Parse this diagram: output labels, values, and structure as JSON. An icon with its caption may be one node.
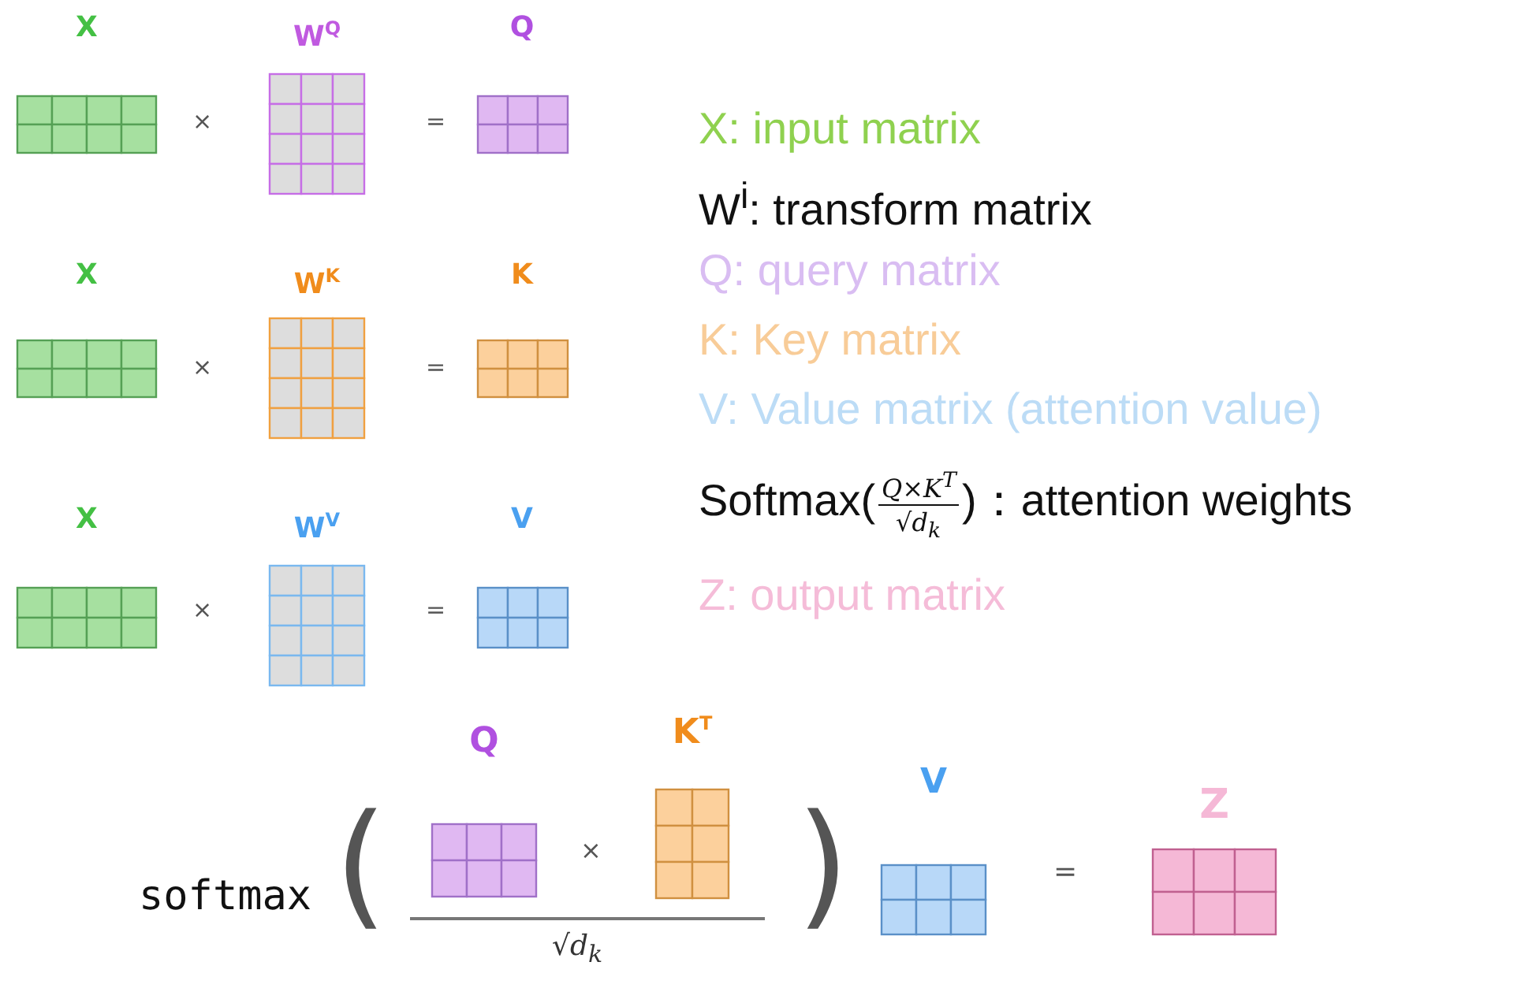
{
  "diagram": {
    "nodes": [
      {
        "text": [
          "X"
        ]
      },
      {
        "text": [
          "W$^{Q}$"
        ]
      },
      {
        "text": [
          "Q"
        ]
      },
      {
        "text": [
          "X"
        ]
      },
      {
        "text": [
          "W$^{K}$"
        ]
      },
      {
        "text": [
          "K"
        ]
      },
      {
        "text": [
          "X"
        ]
      },
      {
        "text": [
          "W$^{V}$"
        ]
      },
      {
        "text": [
          "V"
        ]
      },
      {
        "text": [
          "Q"
        ]
      },
      {
        "text": [
          "K$^{T}$"
        ]
      },
      {
        "text": [
          "V"
        ]
      },
      {
        "text": [
          "Z"
        ]
      }
    ],
    "edges": [],
    "labels": [
      "×",
      "=",
      "X: input matrix",
      "W$^{i}$: transform matrix",
      "Q: query matrix",
      "×",
      "=",
      "K: Key matrix",
      "V: Value matrix (attention value)",
      "Softmax(",
      "Q×K$^{T}$",
      "√d$_{k}$",
      ")：attention weights",
      "×",
      "=",
      "Z: output matrix",
      "softmax",
      "(",
      "×",
      ")",
      "=",
      "√d$_{k}$"
    ]
  }
}
